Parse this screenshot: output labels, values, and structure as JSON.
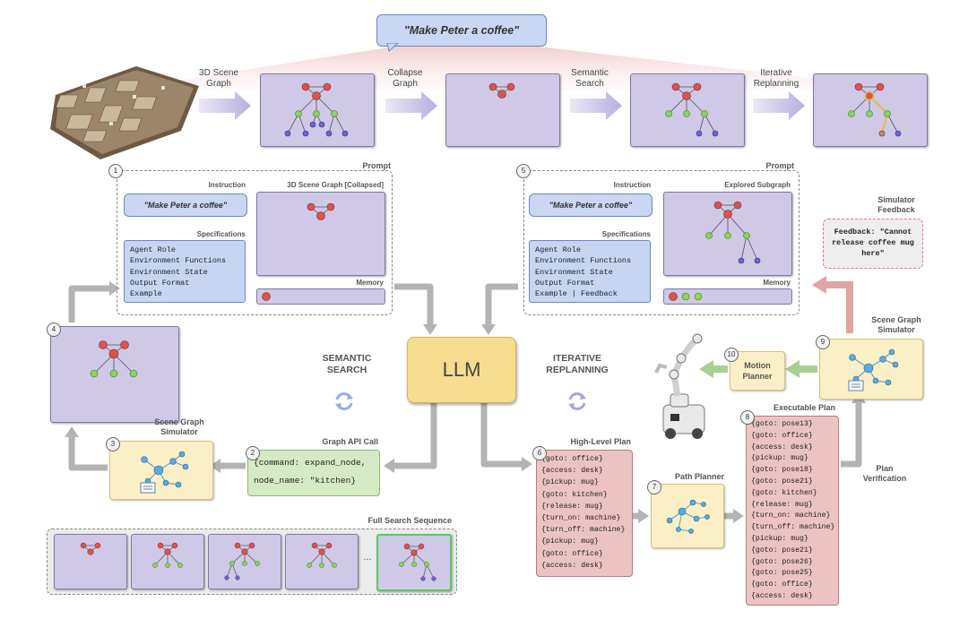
{
  "top": {
    "query": "\"Make Peter a coffee\"",
    "stage_labels": [
      "3D Scene Graph",
      "Collapse Graph",
      "Semantic Search",
      "Iterative Replanning"
    ]
  },
  "left_prompt": {
    "number": "1",
    "prompt_label": "Prompt",
    "instruction_label": "Instruction",
    "instruction": "\"Make Peter a coffee\"",
    "graph_label": "3D Scene Graph [Collapsed]",
    "specifications_label": "Specifications",
    "specifications": [
      "Agent Role",
      "Environment Functions",
      "Environment State",
      "Output Format",
      "Example"
    ],
    "memory_label": "Memory"
  },
  "right_prompt": {
    "number": "5",
    "prompt_label": "Prompt",
    "instruction_label": "Instruction",
    "instruction": "\"Make Peter a coffee\"",
    "graph_label": "Explored Subgraph",
    "specifications_label": "Specifications",
    "specifications": [
      "Agent Role",
      "Environment Functions",
      "Environment State",
      "Output Format",
      "Example | Feedback"
    ],
    "memory_label": "Memory"
  },
  "llm": {
    "label": "LLM"
  },
  "semantic_search": {
    "line1": "SEMANTIC",
    "line2": "SEARCH"
  },
  "iterative_replanning": {
    "line1": "ITERATIVE",
    "line2": "REPLANNING"
  },
  "step4": {
    "number": "4"
  },
  "step3": {
    "number": "3",
    "label_line1": "Scene Graph",
    "label_line2": "Simulator"
  },
  "step2": {
    "number": "2",
    "label": "Graph API Call",
    "lines": [
      "{command: expand_node,",
      "node_name: \"kitchen}"
    ]
  },
  "full_search": {
    "label": "Full Search Sequence",
    "ellipsis": "..."
  },
  "step6": {
    "number": "6",
    "label": "High-Level Plan",
    "lines": [
      "{goto: office}",
      "{access: desk}",
      "{pickup: mug}",
      "{goto: kitchen}",
      "{release: mug}",
      "{turn_on: machine}",
      "{turn_off: machine}",
      "{pickup: mug}",
      "{goto: office}",
      "{access: desk}"
    ]
  },
  "step7": {
    "number": "7",
    "label": "Path Planner"
  },
  "step8": {
    "number": "8",
    "label": "Executable Plan",
    "lines": [
      "{goto: pose13}",
      "{goto: office}",
      "{access: desk}",
      "{pickup: mug}",
      "{goto: pose18}",
      "{goto: pose21}",
      "{goto: kitchen}",
      "{release: mug}",
      "{turn_on: machine}",
      "{turn_off: machine}",
      "{pickup: mug}",
      "{goto: pose21}",
      "{goto: pose26}",
      "{goto: pose25}",
      "{goto: office}",
      "{access: desk}"
    ]
  },
  "plan_verification": {
    "line1": "Plan",
    "line2": "Verification"
  },
  "step9": {
    "number": "9",
    "label_line1": "Scene Graph",
    "label_line2": "Simulator"
  },
  "step10": {
    "number": "10",
    "label_line1": "Motion",
    "label_line2": "Planner"
  },
  "simulator_feedback": {
    "label_line1": "Simulator",
    "label_line2": "Feedback",
    "line1": "Feedback: \"Cannot",
    "line2": "release coffee mug",
    "line3": "here\""
  },
  "colors": {
    "graph_panel": "#cfc8e6",
    "instruction_blue": "#c9d7f3",
    "llm_yellow": "#f6dc8e",
    "plan_red": "#ecc3c3",
    "api_green": "#d5eac4",
    "simulator_yellow": "#fbefc6",
    "node_red": "#d9534f",
    "node_green": "#8ed25a",
    "node_purple": "#6b66cc",
    "highlight_green": "#5ccb5f"
  }
}
